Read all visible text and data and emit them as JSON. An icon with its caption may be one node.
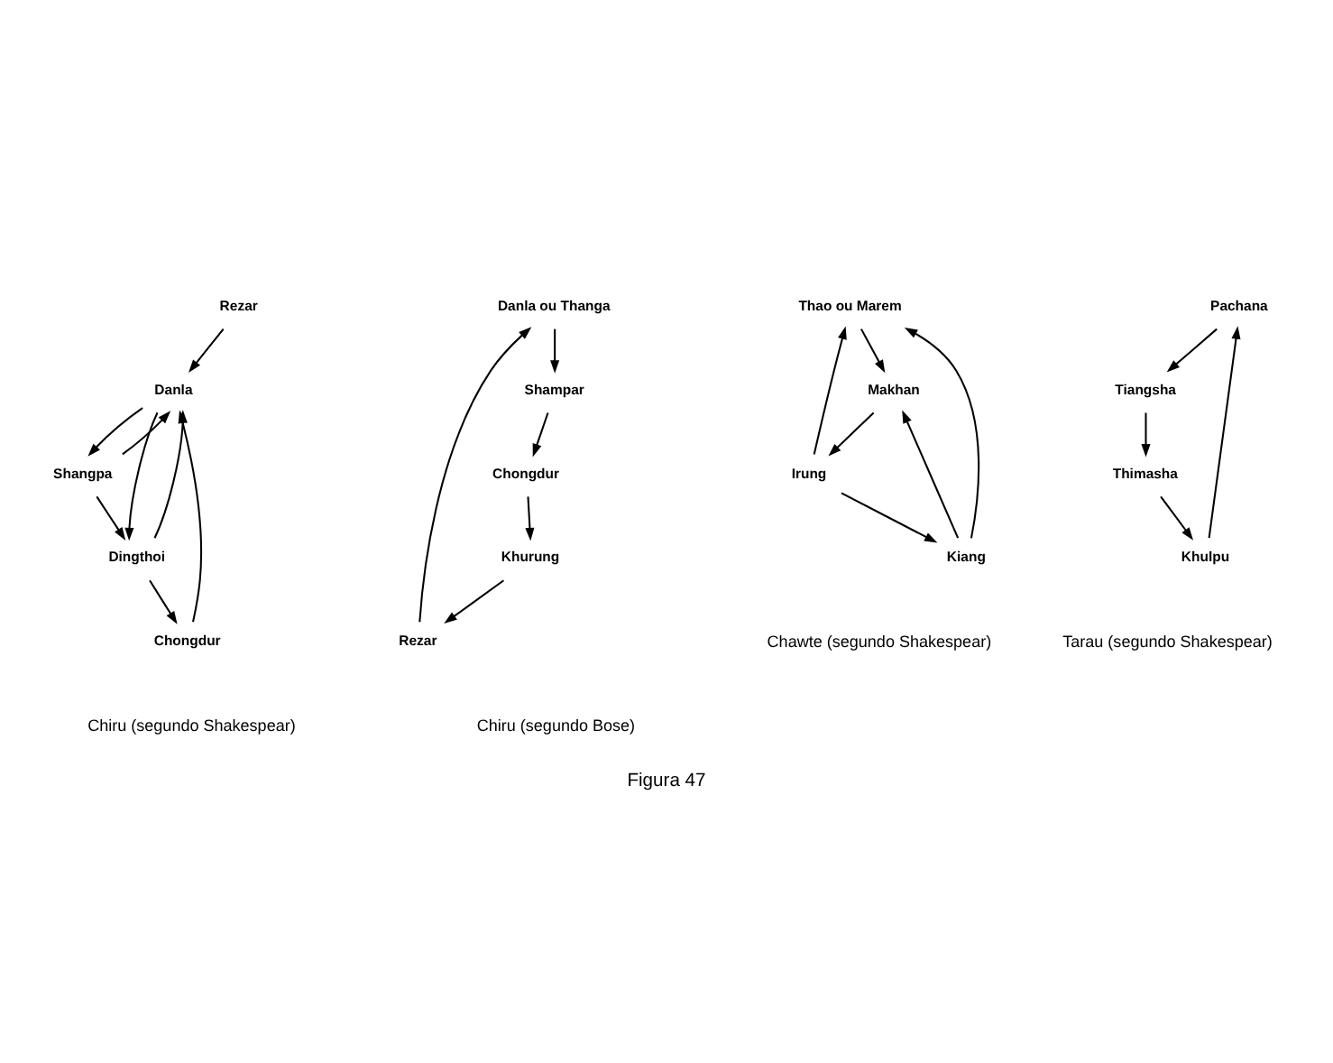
{
  "diagram": {
    "caption": "Figura 47",
    "nodes": [
      {
        "text": [
          "Danla"
        ]
      },
      {
        "text": [
          "Rezar"
        ]
      },
      {
        "text": [
          "Shangpa"
        ]
      },
      {
        "text": [
          "Chongdur"
        ]
      },
      {
        "text": [
          "Dingthoi"
        ]
      },
      {
        "text": [
          "Danla ou Thanga"
        ]
      },
      {
        "text": [
          "Rezar"
        ]
      },
      {
        "text": [
          "Shampar"
        ]
      },
      {
        "text": [
          "Khurung"
        ]
      },
      {
        "text": [
          "Chongdur"
        ]
      },
      {
        "text": [
          "Thao ou Marem"
        ]
      },
      {
        "text": [
          "Kiang"
        ]
      },
      {
        "text": [
          "Makhan"
        ]
      },
      {
        "text": [
          "Irung"
        ]
      },
      {
        "text": [
          "Pachana"
        ]
      },
      {
        "text": [
          "Khulpu"
        ]
      },
      {
        "text": [
          "Tiangsha"
        ]
      },
      {
        "text": [
          "Thimasha"
        ]
      }
    ],
    "edges": [
      {
        "from": 1,
        "to": 0,
        "arrow": "to"
      },
      {
        "from": 0,
        "to": 2,
        "arrow": "to"
      },
      {
        "from": 2,
        "to": 0,
        "arrow": "to"
      },
      {
        "from": 2,
        "to": 4,
        "arrow": "to"
      },
      {
        "from": 0,
        "to": 4,
        "arrow": "to"
      },
      {
        "from": 4,
        "to": 0,
        "arrow": "to"
      },
      {
        "from": 4,
        "to": 3,
        "arrow": "to"
      },
      {
        "from": 3,
        "to": 0,
        "arrow": "to"
      },
      {
        "from": 8,
        "to": 6,
        "arrow": "to"
      },
      {
        "from": 6,
        "to": 5,
        "arrow": "to"
      },
      {
        "from": 5,
        "to": 7,
        "arrow": "to"
      },
      {
        "from": 7,
        "to": 9,
        "arrow": "to"
      },
      {
        "from": 9,
        "to": 8,
        "arrow": "to"
      },
      {
        "from": 11,
        "to": 10,
        "arrow": "to"
      },
      {
        "from": 10,
        "to": 12,
        "arrow": "to"
      },
      {
        "from": 12,
        "to": 13,
        "arrow": "to"
      },
      {
        "from": 13,
        "to": 11,
        "arrow": "to"
      },
      {
        "from": 13,
        "to": 10,
        "arrow": "to"
      },
      {
        "from": 11,
        "to": 12,
        "arrow": "to"
      },
      {
        "from": 15,
        "to": 14,
        "arrow": "to"
      },
      {
        "from": 14,
        "to": 16,
        "arrow": "to"
      },
      {
        "from": 16,
        "to": 17,
        "arrow": "to"
      },
      {
        "from": 17,
        "to": 15,
        "arrow": "to"
      }
    ],
    "labels": [
      "Chiru (segundo Shakespear)",
      "Chiru (segundo Bose)",
      "Chawte (segundo Shakespear)",
      "Tarau (segundo Shakespear)"
    ]
  }
}
